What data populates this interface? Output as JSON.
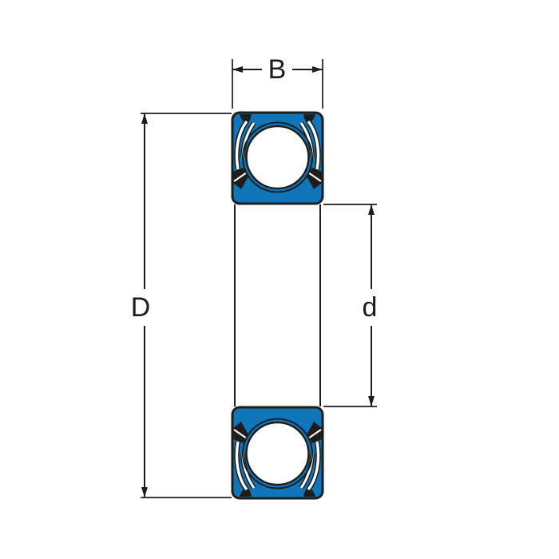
{
  "diagram": {
    "type": "deep-groove-ball-bearing-cross-section",
    "labels": {
      "width": "B",
      "outer_diameter": "D",
      "bore_diameter": "d"
    },
    "colors": {
      "bearing_fill": "#0f76bc",
      "line": "#1d1d1b",
      "background": "#ffffff",
      "ball_fill": "#ffffff"
    }
  }
}
